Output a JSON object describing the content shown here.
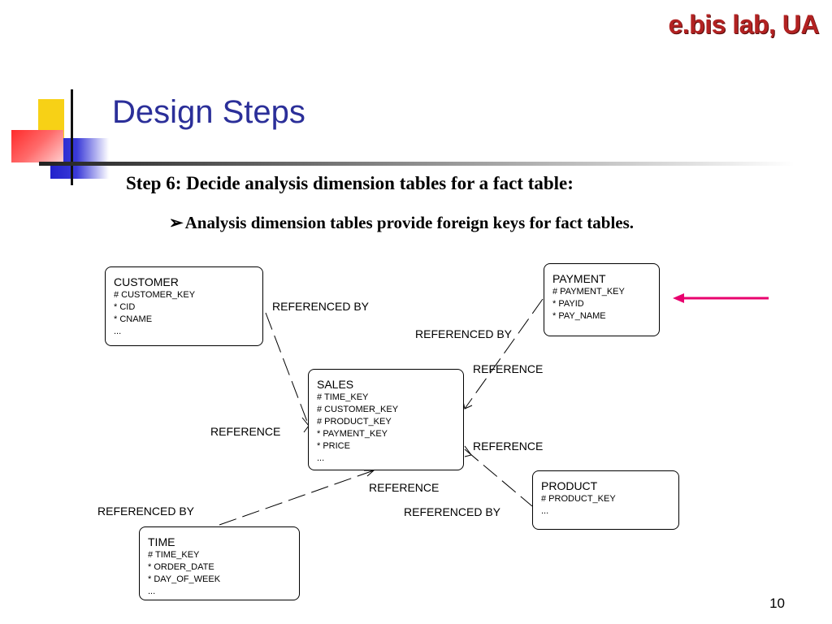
{
  "brand": "e.bis lab, UA",
  "title": "Design Steps",
  "step": "Step 6:  Decide analysis dimension tables for a fact table:",
  "bullet": {
    "marker": "➢",
    "text": "Analysis dimension tables provide foreign keys for fact tables."
  },
  "page_number": "10",
  "colors": {
    "title": "#2b2f99",
    "brand": "#b22222",
    "arrow": "#e8006e"
  },
  "entities": {
    "customer": {
      "name": "CUSTOMER",
      "attrs": [
        "#  CUSTOMER_KEY",
        "*  CID",
        "*  CNAME",
        "..."
      ]
    },
    "payment": {
      "name": "PAYMENT",
      "attrs": [
        "#  PAYMENT_KEY",
        "*  PAYID",
        "*  PAY_NAME"
      ]
    },
    "sales": {
      "name": "SALES",
      "attrs": [
        "#  TIME_KEY",
        "#  CUSTOMER_KEY",
        "#  PRODUCT_KEY",
        "*  PAYMENT_KEY",
        "*  PRICE",
        "..."
      ]
    },
    "product": {
      "name": "PRODUCT",
      "attrs": [
        "#  PRODUCT_KEY",
        "..."
      ]
    },
    "time": {
      "name": "TIME",
      "attrs": [
        "#  TIME_KEY",
        "*  ORDER_DATE",
        "*  DAY_OF_WEEK",
        "..."
      ]
    }
  },
  "relationships": {
    "customer_referenced_by": "REFERENCED BY",
    "customer_reference": "REFERENCE",
    "payment_referenced_by": "REFERENCED BY",
    "payment_reference": "REFERENCE",
    "product_reference": "REFERENCE",
    "product_referenced_by": "REFERENCED BY",
    "time_reference": "REFERENCE",
    "time_referenced_by": "REFERENCED BY"
  }
}
